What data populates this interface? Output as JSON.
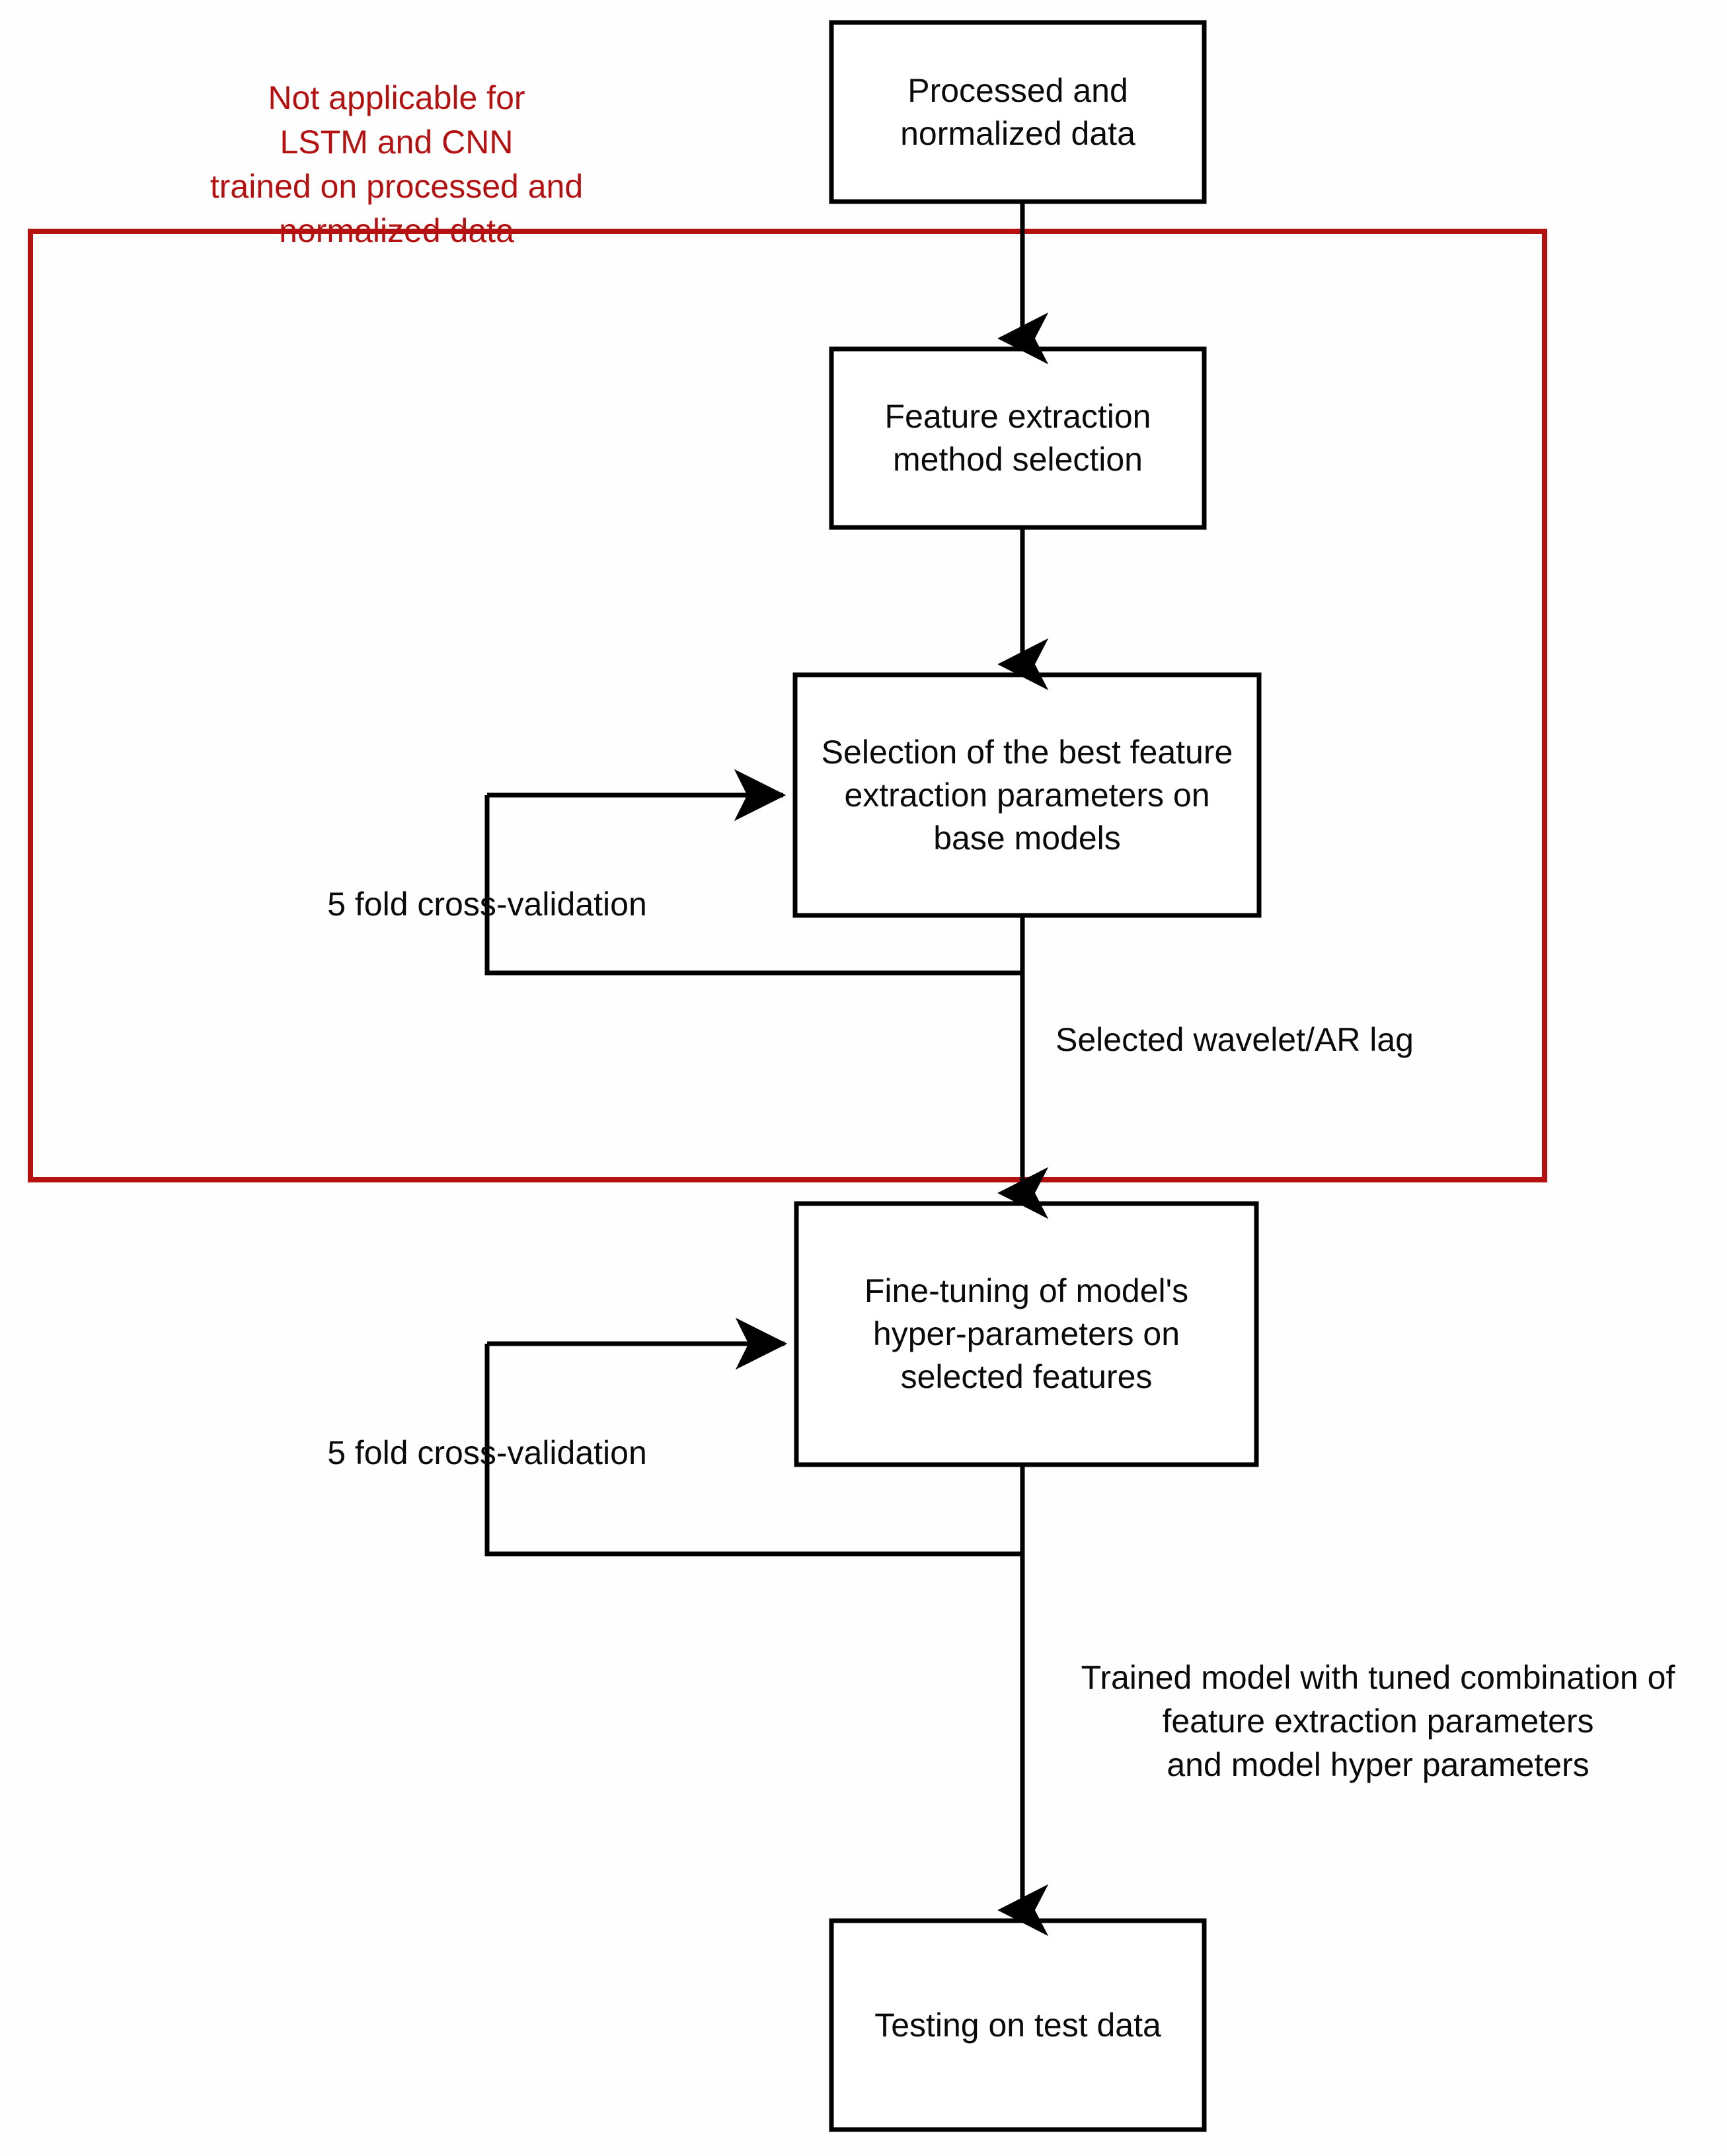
{
  "diagram": {
    "title_note": {
      "text": "Not applicable for\nLSTM and CNN\ntrained on  processed and normalized data",
      "color": "#b51111"
    },
    "region": {
      "name": "not-applicable-region",
      "color": "#b51111"
    },
    "nodes": [
      {
        "id": "processed-data",
        "label": "Processed and\nnormalized data"
      },
      {
        "id": "feature-extraction",
        "label": "Feature extraction\nmethod selection"
      },
      {
        "id": "best-feature-params",
        "label": "Selection of the best feature\nextraction parameters on\nbase models"
      },
      {
        "id": "fine-tuning",
        "label": "Fine-tuning of model's\nhyper-parameters on\nselected features"
      },
      {
        "id": "testing",
        "label": "Testing on test data"
      }
    ],
    "edge_labels": [
      {
        "id": "cv-loop-1",
        "text": "5 fold cross-validation"
      },
      {
        "id": "selected-wavelet",
        "text": "Selected wavelet/AR lag"
      },
      {
        "id": "cv-loop-2",
        "text": "5 fold cross-validation"
      },
      {
        "id": "trained-model",
        "text": "Trained model with tuned combination of\nfeature extraction parameters\nand model hyper parameters"
      }
    ]
  }
}
